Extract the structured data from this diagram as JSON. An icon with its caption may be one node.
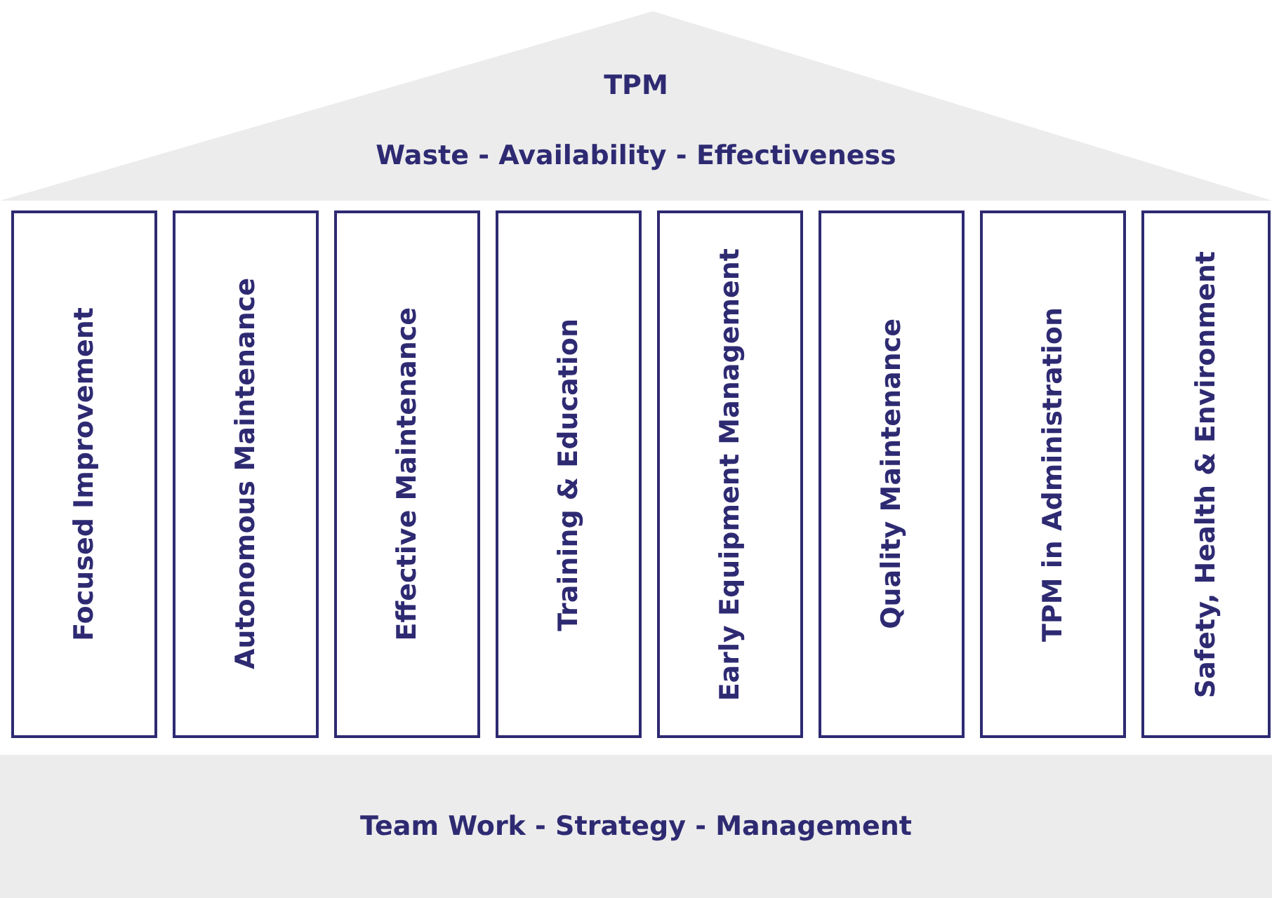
{
  "diagram": {
    "nodes": [
      {
        "text": [
          "TPM",
          "Waste - Availability - Effectiveness"
        ]
      },
      {
        "text": [
          "Focused Improvement"
        ]
      },
      {
        "text": [
          "Autonomous Maintenance"
        ]
      },
      {
        "text": [
          "Effective Maintenance"
        ]
      },
      {
        "text": [
          "Training & Education"
        ]
      },
      {
        "text": [
          "Early Equipment Management"
        ]
      },
      {
        "text": [
          "Quality Maintenance"
        ]
      },
      {
        "text": [
          "TPM in Administration"
        ]
      },
      {
        "text": [
          "Safety, Health & Environment"
        ]
      },
      {
        "text": [
          "Team Work - Strategy - Management"
        ]
      }
    ]
  }
}
